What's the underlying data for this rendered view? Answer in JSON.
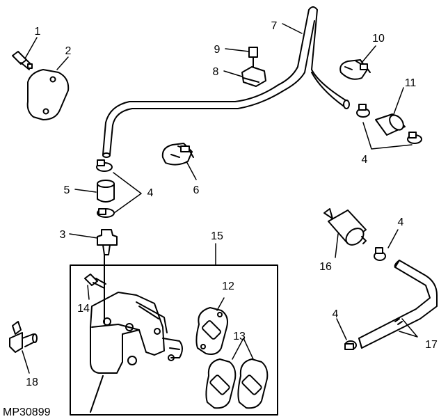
{
  "figure_id": "MP30899",
  "callouts": [
    {
      "id": "c1",
      "label": "1"
    },
    {
      "id": "c2",
      "label": "2"
    },
    {
      "id": "c3",
      "label": "3"
    },
    {
      "id": "c4a",
      "label": "4"
    },
    {
      "id": "c4b",
      "label": "4"
    },
    {
      "id": "c4c",
      "label": "4"
    },
    {
      "id": "c4d",
      "label": "4"
    },
    {
      "id": "c5",
      "label": "5"
    },
    {
      "id": "c6",
      "label": "6"
    },
    {
      "id": "c7",
      "label": "7"
    },
    {
      "id": "c8",
      "label": "8"
    },
    {
      "id": "c9",
      "label": "9"
    },
    {
      "id": "c10",
      "label": "10"
    },
    {
      "id": "c11",
      "label": "11"
    },
    {
      "id": "c12",
      "label": "12"
    },
    {
      "id": "c13",
      "label": "13"
    },
    {
      "id": "c14",
      "label": "14"
    },
    {
      "id": "c15",
      "label": "15"
    },
    {
      "id": "c16",
      "label": "16"
    },
    {
      "id": "c17",
      "label": "17"
    },
    {
      "id": "c18",
      "label": "18"
    }
  ],
  "colors": {
    "ink": "#000000",
    "paper": "#ffffff"
  }
}
